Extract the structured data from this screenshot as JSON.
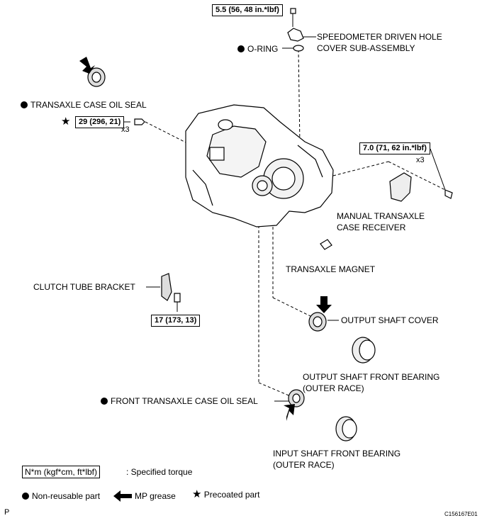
{
  "torques": {
    "speedometer": "5.5 (56, 48 in.*lbf)",
    "case_bolt": "29 (296, 21)",
    "receiver_bolt": "7.0 (71, 62 in.*lbf)",
    "bracket_bolt": "17 (173, 13)"
  },
  "quantities": {
    "case_bolt": "x3",
    "receiver_bolt": "x3"
  },
  "parts": {
    "speedometer_line1": "SPEEDOMETER DRIVEN HOLE",
    "speedometer_line2": "COVER SUB-ASSEMBLY",
    "o_ring": "O-RING",
    "case_oil_seal": "TRANSAXLE CASE OIL SEAL",
    "receiver_line1": "MANUAL TRANSAXLE",
    "receiver_line2": "CASE RECEIVER",
    "magnet": "TRANSAXLE MAGNET",
    "bracket": "CLUTCH TUBE BRACKET",
    "output_cover": "OUTPUT SHAFT COVER",
    "output_bearing_line1": "OUTPUT SHAFT FRONT BEARING",
    "output_bearing_line2": "(OUTER RACE)",
    "front_seal": "FRONT TRANSAXLE CASE OIL SEAL",
    "input_bearing_line1": "INPUT SHAFT FRONT BEARING",
    "input_bearing_line2": "(OUTER RACE)"
  },
  "legend": {
    "torque_box": "N*m (kgf*cm, ft*lbf)",
    "torque_text": ": Specified torque",
    "non_reusable": "Non-reusable part",
    "mp_grease": "MP grease",
    "precoated": "Precoated part"
  },
  "footer": {
    "left": "P",
    "code": "C156167E01"
  }
}
